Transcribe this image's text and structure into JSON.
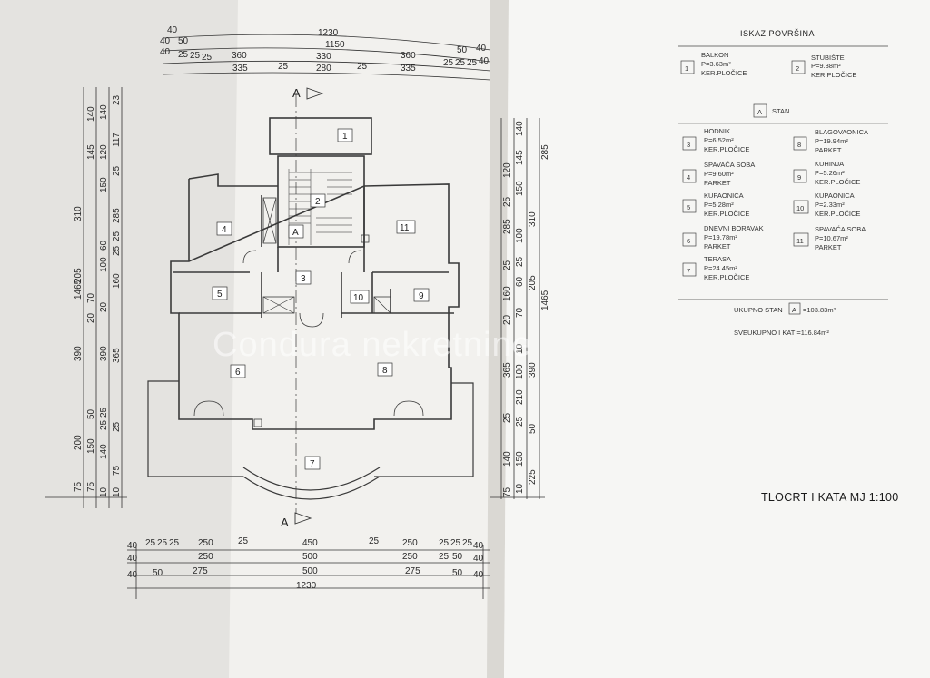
{
  "plan_title": "TLOCRT I KATA  MJ 1:100",
  "section_marker": "A",
  "watermark": "Condura nekretnine",
  "legend": {
    "heading": "ISKAZ  POVRŠINA",
    "stan_box": "A",
    "stan_label": "STAN",
    "items": [
      {
        "num": "1",
        "name": "BALKON",
        "area": "P=3.63m²",
        "finish": "KER.PLOČICE"
      },
      {
        "num": "2",
        "name": "STUBIŠTE",
        "area": "P=9.38m²",
        "finish": "KER.PLOČICE"
      },
      {
        "num": "3",
        "name": "HODNIK",
        "area": "P=6.52m²",
        "finish": "KER.PLOČICE"
      },
      {
        "num": "4",
        "name": "SPAVAĆA SOBA",
        "area": "P=9.60m²",
        "finish": "PARKET"
      },
      {
        "num": "5",
        "name": "KUPAONICA",
        "area": "P=5.28m²",
        "finish": "KER.PLOČICE"
      },
      {
        "num": "6",
        "name": "DNEVNI BORAVAK",
        "area": "P=19.78m²",
        "finish": "PARKET"
      },
      {
        "num": "7",
        "name": "TERASA",
        "area": "P=24.45m²",
        "finish": "KER.PLOČICE"
      },
      {
        "num": "8",
        "name": "BLAGOVAONICA",
        "area": "P=19.94m²",
        "finish": "PARKET"
      },
      {
        "num": "9",
        "name": "KUHINJA",
        "area": "P=5.26m²",
        "finish": "KER.PLOČICE"
      },
      {
        "num": "10",
        "name": "KUPAONICA",
        "area": "P=2.33m²",
        "finish": "KER.PLOČICE"
      },
      {
        "num": "11",
        "name": "SPAVAĆA SOBA",
        "area": "P=10.67m²",
        "finish": "PARKET"
      }
    ],
    "ukupno_label": "UKUPNO STAN",
    "ukupno_box": "A",
    "ukupno_value": "=103.83m²",
    "sveukupno": "SVEUKUPNO I KAT =116.84m²"
  },
  "dims": {
    "top": [
      "1230",
      "40",
      "1150",
      "40",
      "50",
      "360",
      "330",
      "360",
      "50",
      "40",
      "40",
      "25",
      "25",
      "25",
      "335",
      "25",
      "280",
      "25",
      "335",
      "25",
      "25",
      "25",
      "40"
    ],
    "bottom": [
      "40",
      "25",
      "25",
      "25",
      "250",
      "25",
      "450",
      "25",
      "250",
      "25",
      "25",
      "25",
      "40",
      "40",
      "250",
      "500",
      "250",
      "25",
      "50",
      "40",
      "40",
      "50",
      "275",
      "500",
      "275",
      "50",
      "40",
      "1230"
    ],
    "left": [
      "1465",
      "140",
      "145",
      "310",
      "205",
      "390",
      "200",
      "75",
      "140",
      "120",
      "150",
      "285",
      "160",
      "390",
      "150",
      "75",
      "23",
      "117",
      "25",
      "25",
      "60",
      "100",
      "25",
      "20",
      "70",
      "20",
      "365",
      "50",
      "25",
      "25",
      "25",
      "10",
      "140",
      "10",
      "75"
    ],
    "right": [
      "140",
      "285",
      "120",
      "145",
      "150",
      "310",
      "285",
      "100",
      "160",
      "205",
      "1465",
      "390",
      "210",
      "365",
      "100",
      "140",
      "150",
      "225",
      "75",
      "50",
      "25",
      "25",
      "25",
      "25",
      "20",
      "70",
      "25",
      "60",
      "10",
      "10"
    ]
  }
}
